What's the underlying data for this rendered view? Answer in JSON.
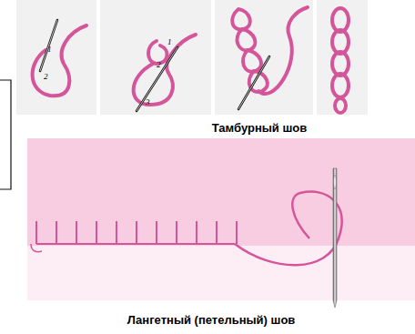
{
  "diagram": {
    "labels": [
      "1",
      "2",
      "1",
      "2",
      "3",
      "Тамбурный шов",
      "Лангетный (петельный) шов"
    ]
  }
}
